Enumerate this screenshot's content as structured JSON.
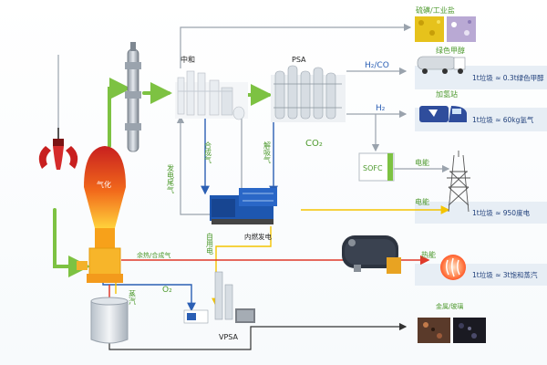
{
  "labels": {
    "neutralization": "中和",
    "psa": "PSA",
    "sulfur_salt": "硫磺/工业盐",
    "h2_co": "H₂/CO",
    "h2": "H₂",
    "co2": "CO₂",
    "green_methanol": "绿色甲醇",
    "hydrogen_station": "加氢站",
    "sofc": "SOFC",
    "elec_from_sofc": "电能",
    "elec_from_engine": "电能",
    "heat_energy": "热能",
    "syngas": "合成气",
    "desorption_gas": "解吸气",
    "power_tail_gas": "发电尾气",
    "gasification": "气化",
    "engine": "内燃发电",
    "self_power": "自用电",
    "waste_heat_syngas": "余热/合成气",
    "o2": "O₂",
    "steam": "蒸汽",
    "vpsa": "VPSA",
    "metal_slag": "金属/玻璃"
  },
  "outputs": {
    "methanol": "1t垃圾 ≈ 0.3t绿色甲醇",
    "hydrogen": "1t垃圾 ≈ 60kg氢气",
    "electricity": "1t垃圾 ≈ 950度电",
    "steam": "1t垃圾 ≈ 3t饱和蒸汽"
  },
  "colors": {
    "green_arrow": "#7dc242",
    "blue_line": "#2b5fb4",
    "red_line": "#e03a2a",
    "yellow_line": "#f4c400",
    "gray_line": "#9aa3ad",
    "dark_line": "#333333",
    "label_green": "#4e9a2e",
    "output_bg": "#e7eef5"
  }
}
